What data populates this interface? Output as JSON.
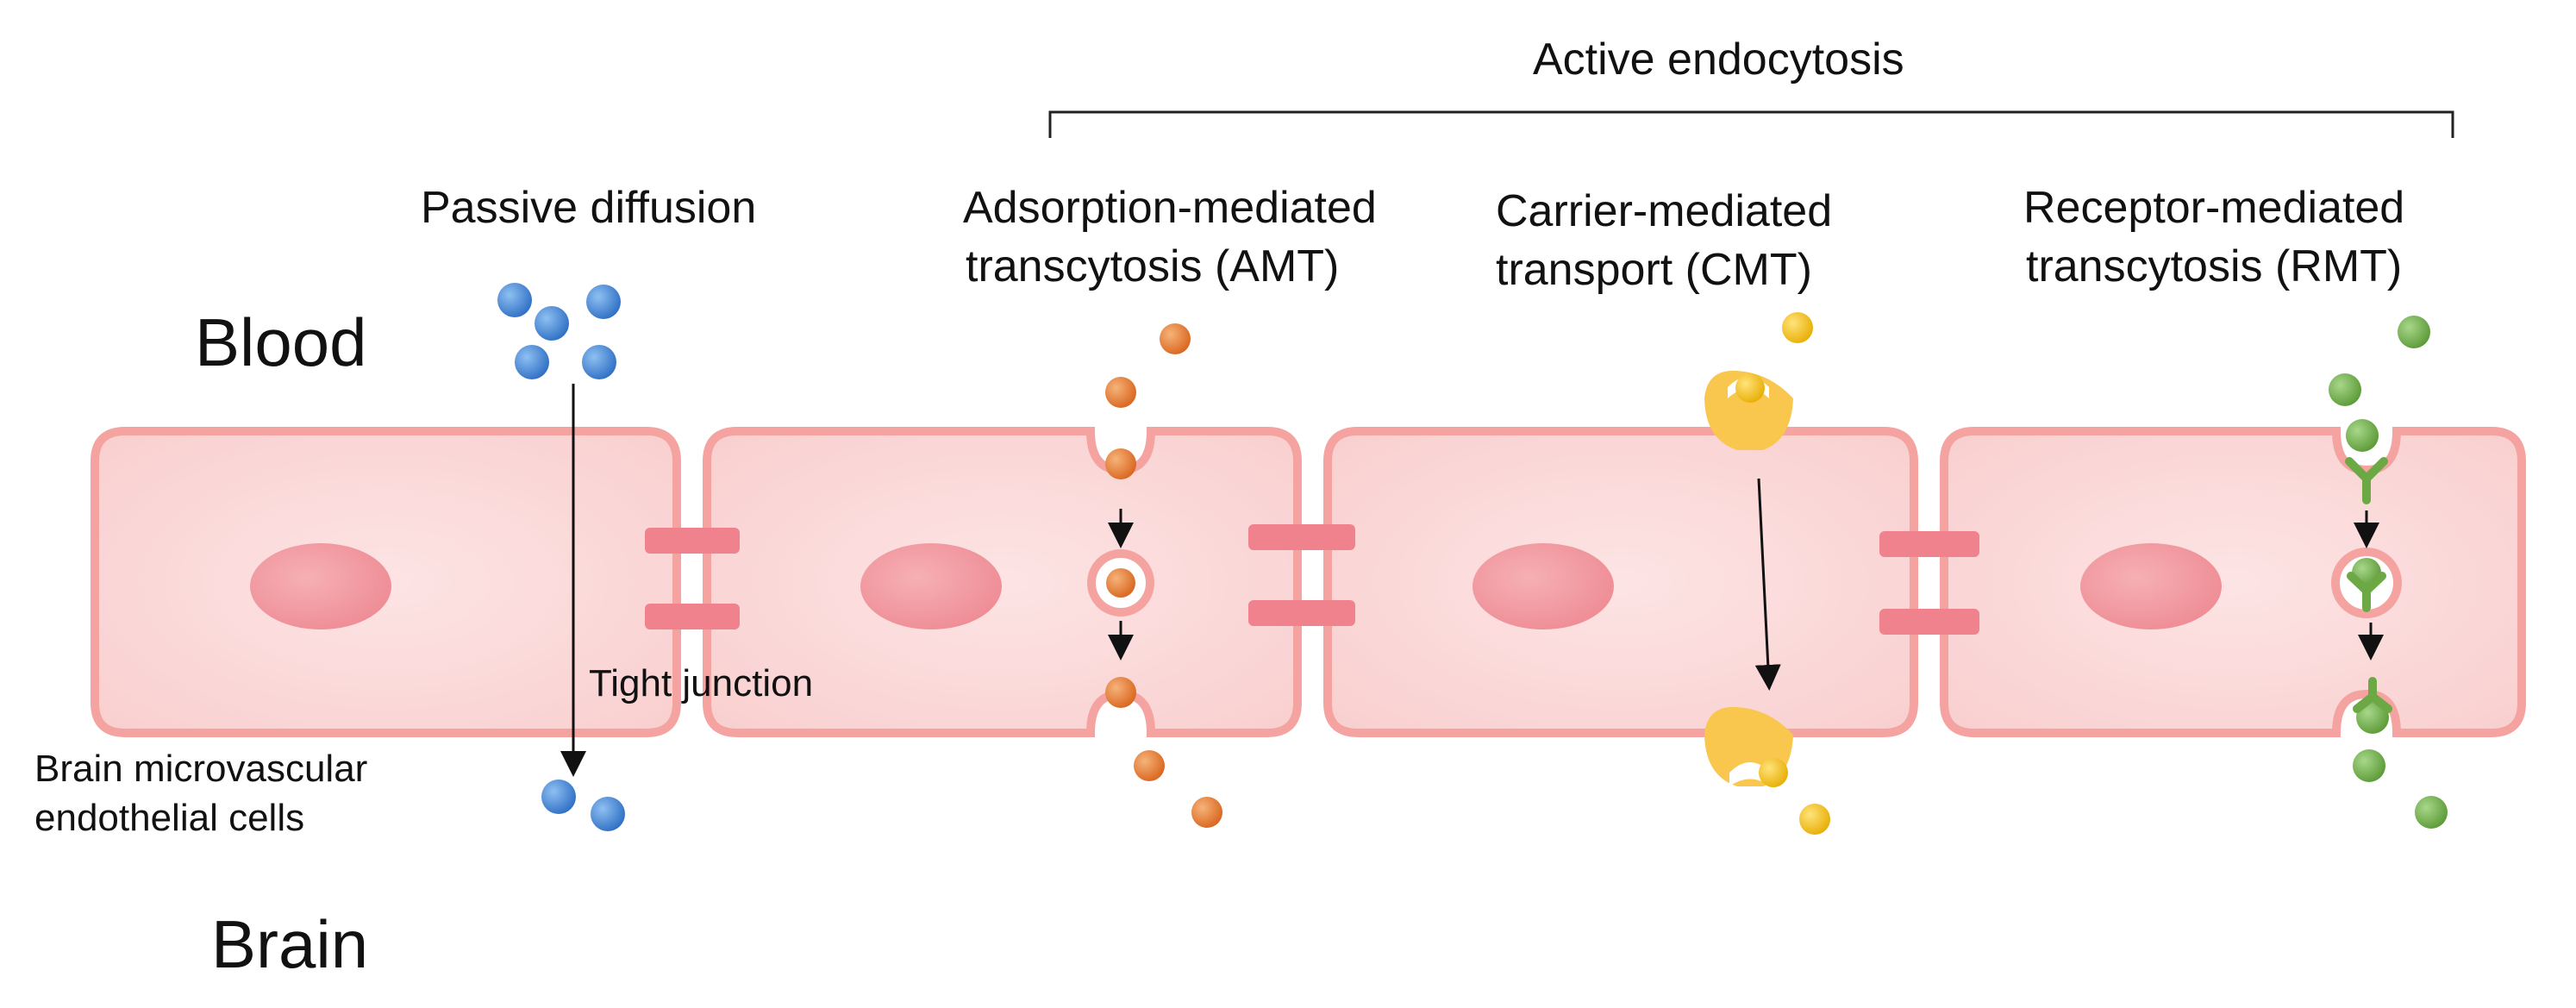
{
  "labels": {
    "active_endocytosis": "Active endocytosis",
    "passive_diffusion": "Passive diffusion",
    "amt_line1": "Adsorption-mediated",
    "amt_line2": "transcytosis (AMT)",
    "cmt_line1": "Carrier-mediated",
    "cmt_line2": "transport (CMT)",
    "rmt_line1": "Receptor-mediated",
    "rmt_line2": "transcytosis (RMT)",
    "blood": "Blood",
    "brain": "Brain",
    "tight_junction": "Tight junction",
    "endothelial_line1": "Brain microvascular",
    "endothelial_line2": "endothelial cells"
  },
  "colors": {
    "cell_fill": "#fbdada",
    "cell_stroke": "#f4a3a0",
    "nucleus": "#f08c94",
    "tight_junction": "#f0828e",
    "passive_molecule": "#3d7fd4",
    "amt_molecule": "#e0742c",
    "cmt_molecule": "#f2bb17",
    "cmt_carrier": "#f9c64e",
    "rmt_molecule": "#6ca944",
    "rmt_receptor": "#6ca944"
  }
}
